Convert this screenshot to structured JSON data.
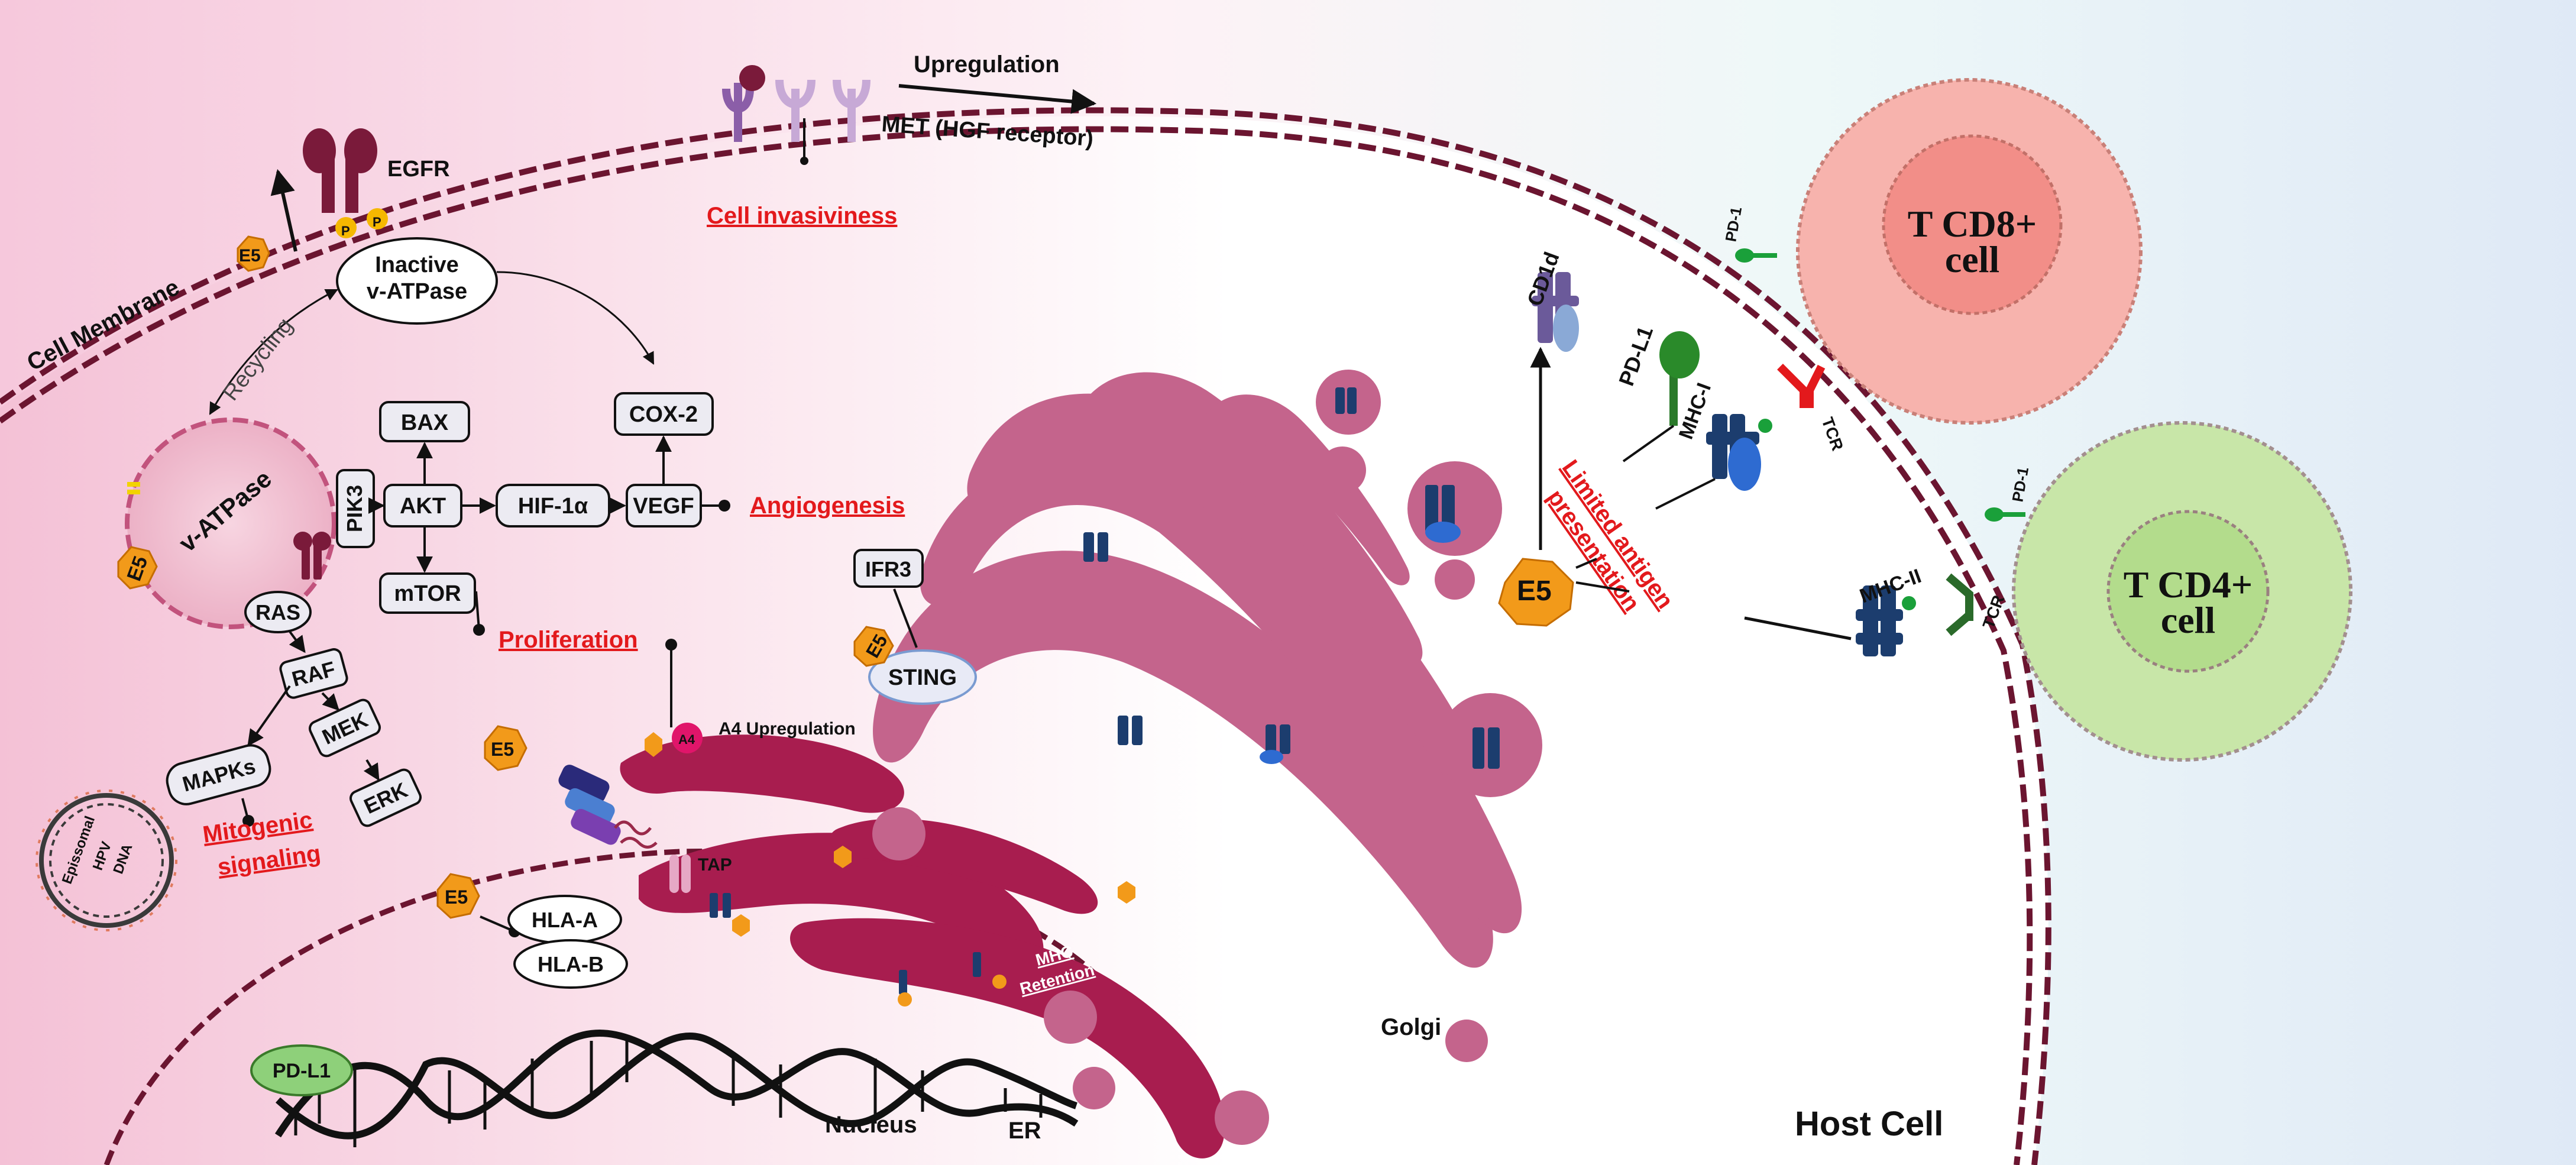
{
  "title": "",
  "labels": {
    "upregulation": "Upregulation",
    "met": "MET (HGF receptor)",
    "cell_invasiviness": "Cell invasiviness",
    "egfr": "EGFR",
    "p": "P",
    "cell_membrane": "Cell Membrane",
    "inactive_vatpase": [
      "Inactive",
      "v-ATPase"
    ],
    "recycling": "Recycling",
    "cox2": "COX-2",
    "bax": "BAX",
    "akt": "AKT",
    "hif1a": "HIF-1α",
    "vegf": "VEGF",
    "angiogenesis": "Angiogenesis",
    "pik3": "PIK3",
    "vatpase": "v-ATPase",
    "mtor": "mTOR",
    "proliferation": "Proliferation",
    "ras": "RAS",
    "raf": "RAF",
    "mek": "MEK",
    "erk": "ERK",
    "mapks": "MAPKs",
    "mitogenic": [
      "Mitogenic",
      "signaling"
    ],
    "episomal": [
      "Epissomal",
      "HPV",
      "DNA"
    ],
    "e5": "E5",
    "a4": "A4",
    "a4_upregulation": "A4 Upregulation",
    "ifr3": "IFR3",
    "sting": "STING",
    "tap": "TAP",
    "hla_a": "HLA-A",
    "hla_b": "HLA-B",
    "pd_l1": "PD-L1",
    "mhc_retention": [
      "MHC",
      "Retention"
    ],
    "golgi": "Golgi",
    "nucleus": "Nucleus",
    "er": "ER",
    "host_cell": "Host Cell",
    "cd1d": "CD1d",
    "pdl1_membrane": "PD-L1",
    "mhc_i": "MHC-I",
    "mhc_ii": "MHC-II",
    "tcr": "TCR",
    "pd1": "PD-1",
    "limited_antigen": [
      "Limited antigen",
      "presentation"
    ],
    "t_cd8": [
      "T CD8+",
      "cell"
    ],
    "t_cd4": [
      "T CD4+",
      "cell"
    ]
  },
  "colors": {
    "membrane": "#6b1530",
    "er": "#a81d4f",
    "golgi": "#c4648c",
    "e5": "#f29a1a",
    "red_text": "#e3191c",
    "mhc": "#1c3d6e",
    "cd8_cell": "#f7b3ad",
    "cd4_cell": "#c8e6a8"
  }
}
